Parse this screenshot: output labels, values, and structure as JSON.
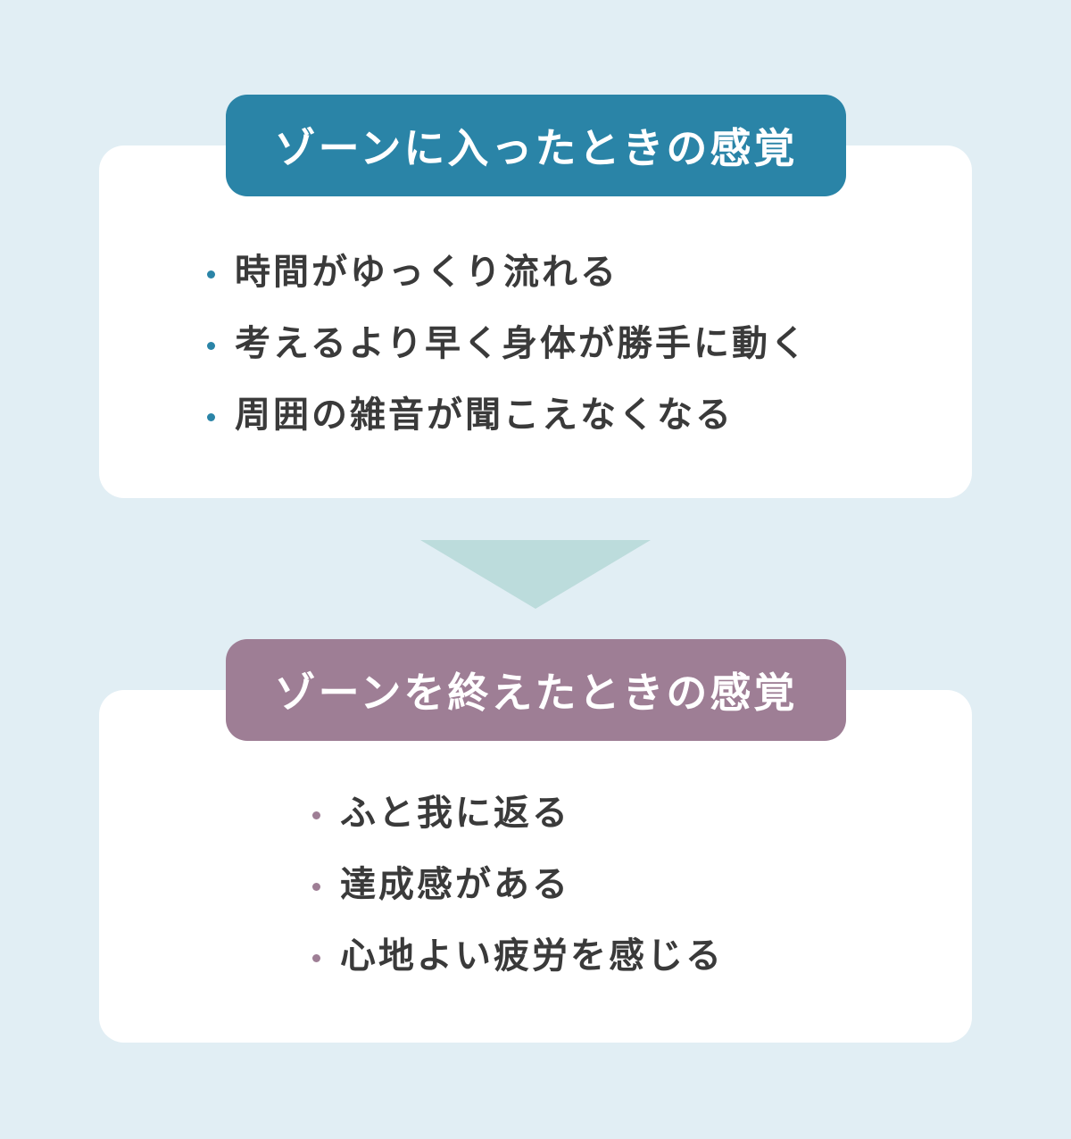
{
  "section1": {
    "title": "ゾーンに入ったときの感覚",
    "color": "#2a84a7",
    "items": [
      "時間がゆっくり流れる",
      "考えるより早く身体が勝手に動く",
      "周囲の雑音が聞こえなくなる"
    ]
  },
  "section2": {
    "title": "ゾーンを終えたときの感覚",
    "color": "#9e7e95",
    "items": [
      "ふと我に返る",
      "達成感がある",
      "心地よい疲労を感じる"
    ]
  }
}
